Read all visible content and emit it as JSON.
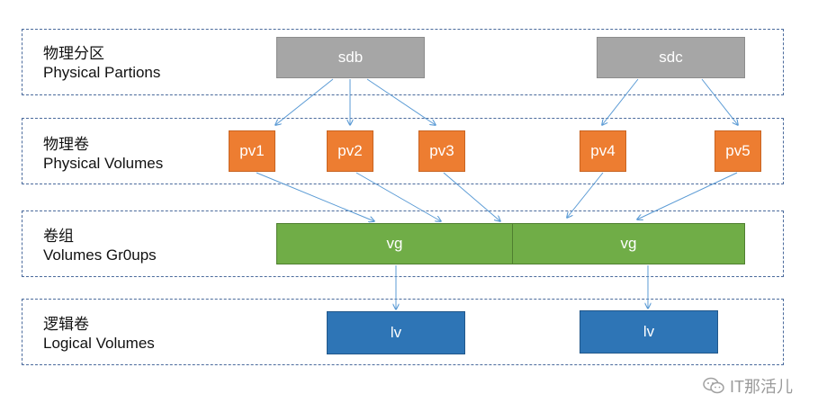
{
  "layers": [
    {
      "zh": "物理分区",
      "en": "Physical Partions"
    },
    {
      "zh": "物理卷",
      "en": "Physical Volumes"
    },
    {
      "zh": "卷组",
      "en": "Volumes Gr0ups"
    },
    {
      "zh": "逻辑卷",
      "en": "Logical Volumes"
    }
  ],
  "disks": [
    "sdb",
    "sdc"
  ],
  "pvs": [
    "pv1",
    "pv2",
    "pv3",
    "pv4",
    "pv5"
  ],
  "vgs": [
    "vg",
    "vg"
  ],
  "lvs": [
    "lv",
    "lv"
  ],
  "colors": {
    "disk": "#a6a6a6",
    "pv": "#ed7d31",
    "vg": "#70ad47",
    "lv": "#2e75b6",
    "arrow": "#5b9bd5",
    "border": "#4a6a9c"
  },
  "watermark": "IT那活儿",
  "icons": {
    "watermark": "wechat-icon",
    "connectors": "arrow-icon"
  }
}
